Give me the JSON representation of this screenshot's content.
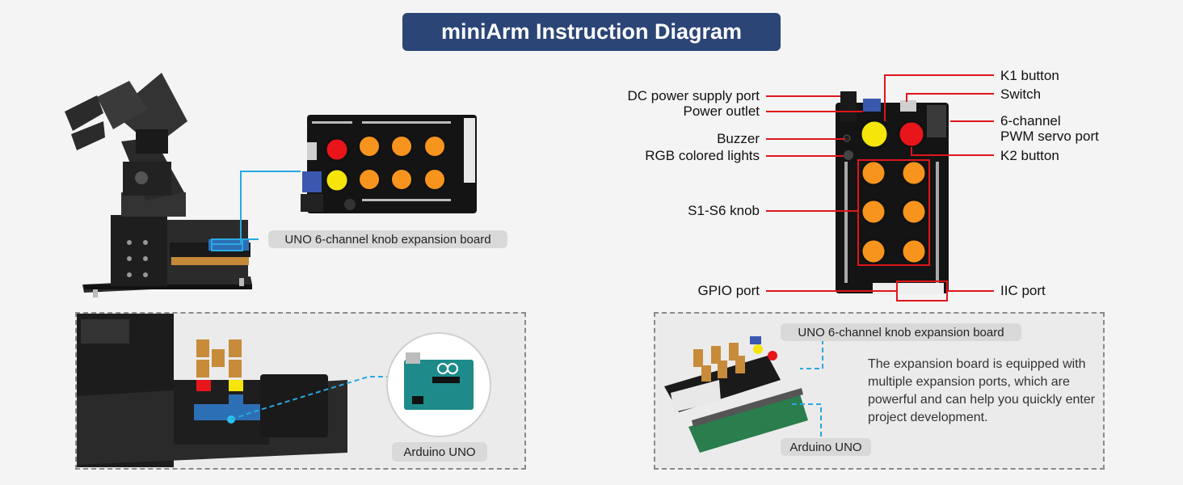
{
  "title": "miniArm Instruction Diagram",
  "left_panel": {
    "board_callout": "UNO 6-channel  knob expansion board",
    "bottom_callout": "Arduino UNO"
  },
  "right_panel": {
    "labels_left": {
      "dc_power": "DC power supply port",
      "power_outlet": "Power outlet",
      "buzzer": "Buzzer",
      "rgb": "RGB colored lights",
      "knobs": "S1-S6 knob",
      "gpio": "GPIO port"
    },
    "labels_right": {
      "k1": "K1 button",
      "switch": "Switch",
      "pwm_line1": "6-channel",
      "pwm_line2": "PWM servo port",
      "k2": "K2 button",
      "iic": "IIC port"
    },
    "board_callout": "UNO 6-channel  knob expansion board",
    "arduino_callout": "Arduino UNO",
    "description": "The expansion board is equipped with multiple expansion ports, which are powerful and can help you quickly enter project development."
  },
  "colors": {
    "title_bg": "#2c4577",
    "callout_line_red": "#e0161b",
    "callout_line_blue": "#29a8e0",
    "knob_orange": "#f7941d",
    "button_red": "#e8151b",
    "button_yellow": "#f5e50a"
  }
}
